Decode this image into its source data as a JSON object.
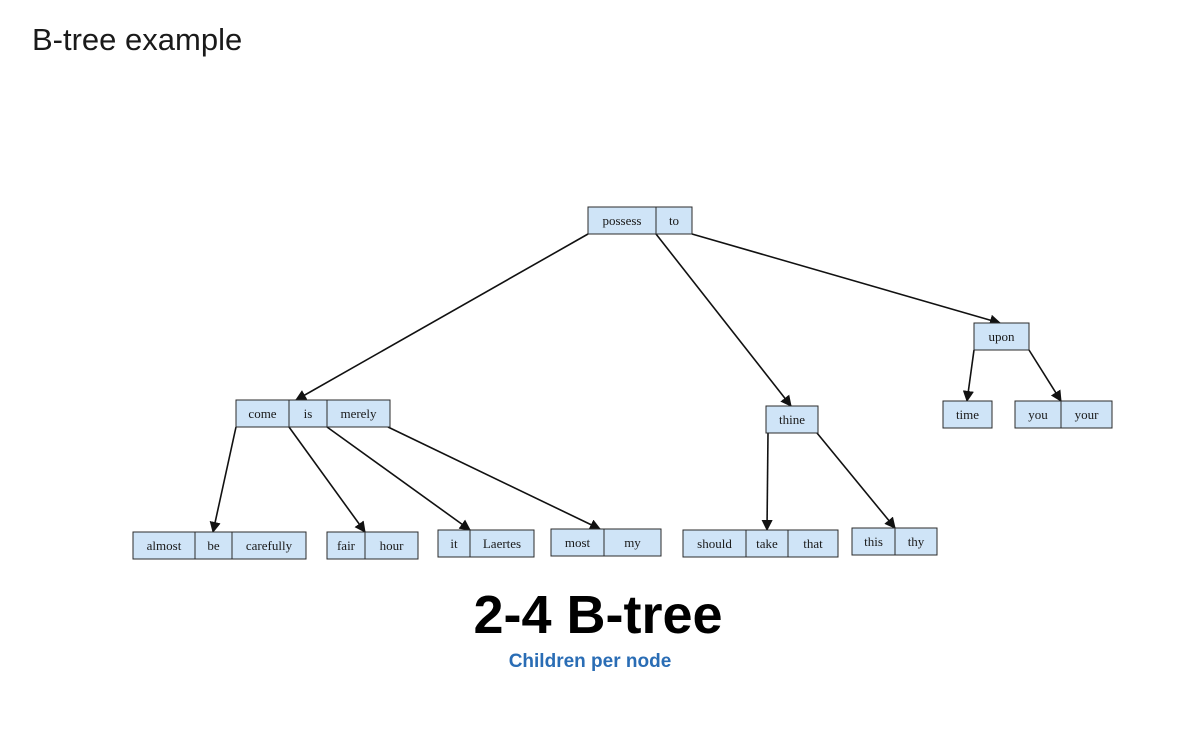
{
  "slide": {
    "title": "B-tree example",
    "main_label": "2-4 B-tree",
    "sub_label": "Children per node"
  },
  "colors": {
    "cell_fill": "#cfe4f7",
    "cell_stroke": "#2b2b2b",
    "edge": "#111111",
    "sub_label": "#2a6db5"
  },
  "tree": {
    "nodes": [
      {
        "id": "root",
        "keys": [
          "possess",
          "to"
        ]
      },
      {
        "id": "n_come",
        "keys": [
          "come",
          "is",
          "merely"
        ]
      },
      {
        "id": "n_thine",
        "keys": [
          "thine"
        ]
      },
      {
        "id": "n_upon",
        "keys": [
          "upon"
        ]
      },
      {
        "id": "l_almost",
        "keys": [
          "almost",
          "be",
          "carefully"
        ]
      },
      {
        "id": "l_fair",
        "keys": [
          "fair",
          "hour"
        ]
      },
      {
        "id": "l_it",
        "keys": [
          "it",
          "Laertes"
        ]
      },
      {
        "id": "l_most",
        "keys": [
          "most",
          "my"
        ]
      },
      {
        "id": "l_should",
        "keys": [
          "should",
          "take",
          "that"
        ]
      },
      {
        "id": "l_this",
        "keys": [
          "this",
          "thy"
        ]
      },
      {
        "id": "l_time",
        "keys": [
          "time"
        ]
      },
      {
        "id": "l_you",
        "keys": [
          "you",
          "your"
        ]
      }
    ],
    "edges": [
      {
        "from": "root",
        "to": "n_come"
      },
      {
        "from": "root",
        "to": "n_thine"
      },
      {
        "from": "root",
        "to": "n_upon"
      },
      {
        "from": "n_come",
        "to": "l_almost"
      },
      {
        "from": "n_come",
        "to": "l_fair"
      },
      {
        "from": "n_come",
        "to": "l_it"
      },
      {
        "from": "n_come",
        "to": "l_most"
      },
      {
        "from": "n_thine",
        "to": "l_should"
      },
      {
        "from": "n_thine",
        "to": "l_this"
      },
      {
        "from": "n_upon",
        "to": "l_time"
      },
      {
        "from": "n_upon",
        "to": "l_you"
      }
    ]
  }
}
